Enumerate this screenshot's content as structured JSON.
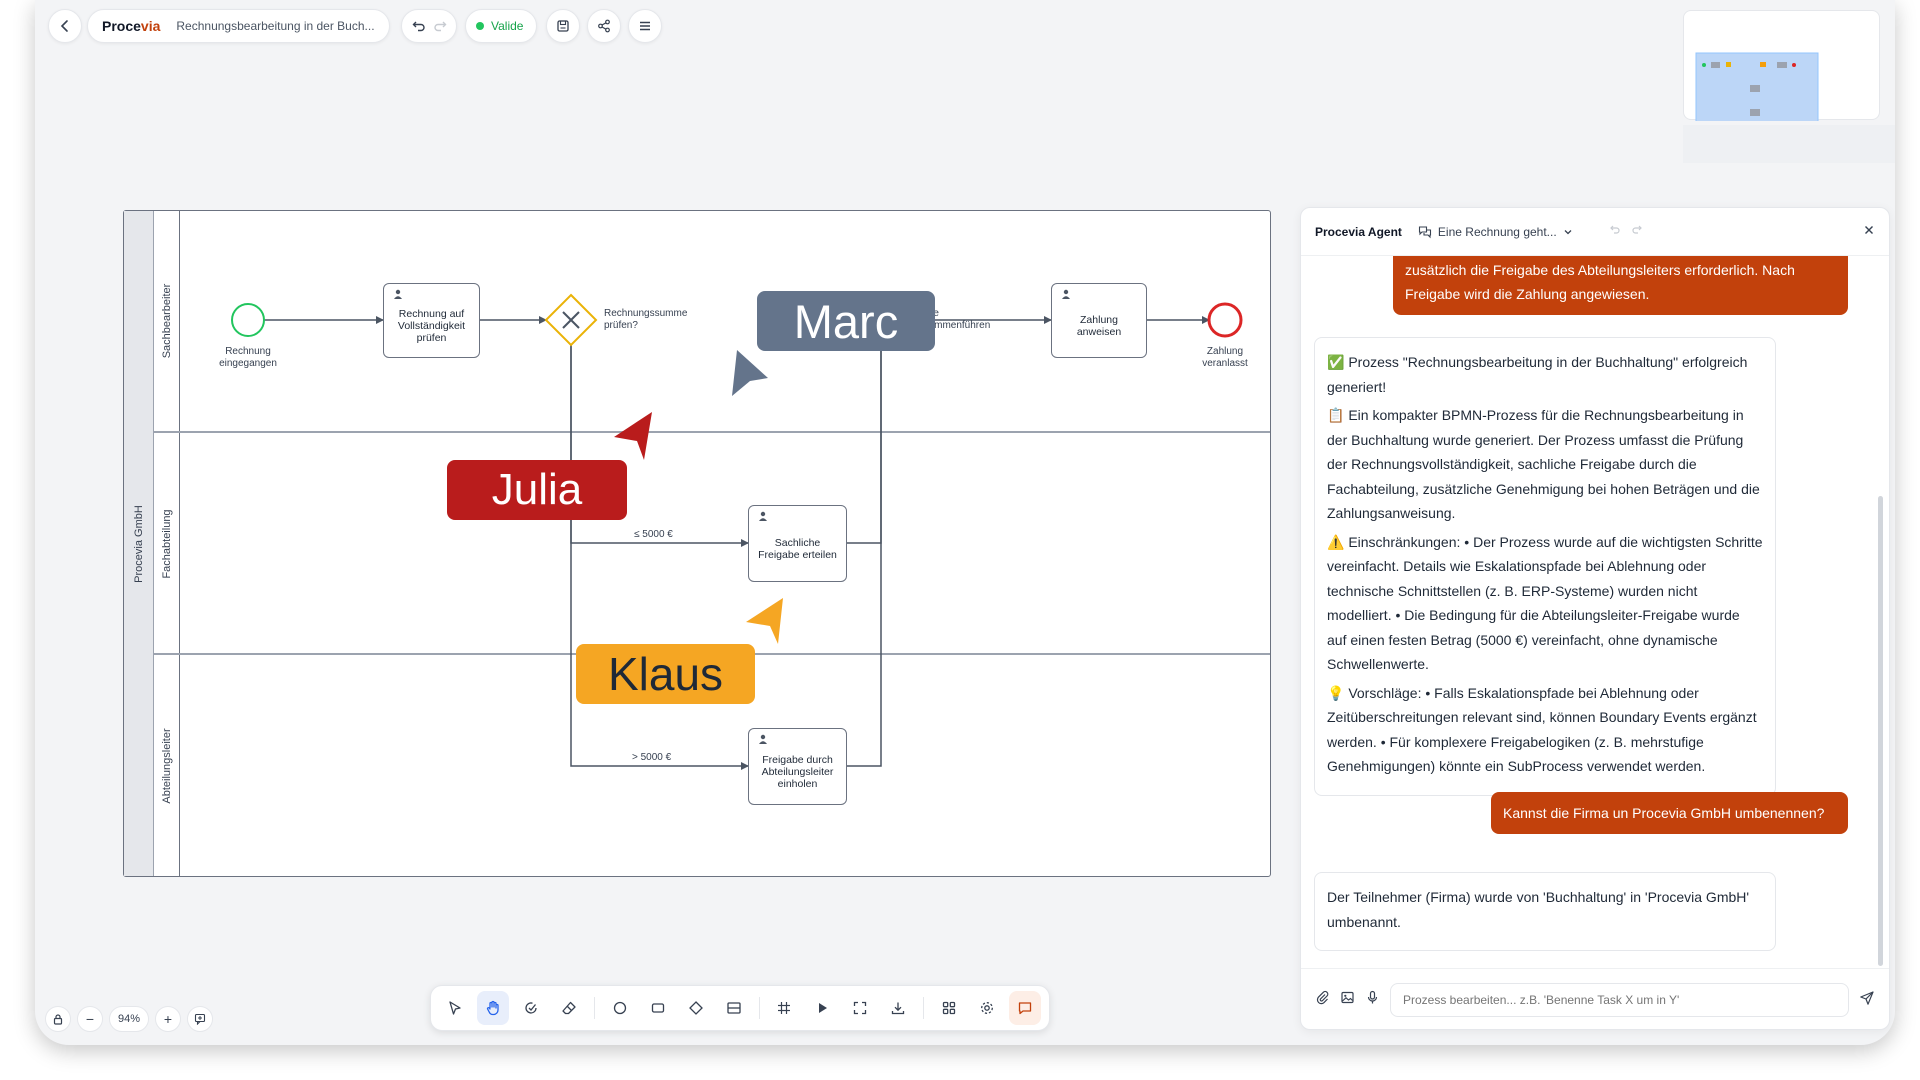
{
  "header": {
    "brand_prefix": "Proce",
    "brand_suffix": "via",
    "document_title": "Rechnungsbearbeitung in der Buch...",
    "validation_status": "Valide",
    "icons": [
      "back-icon",
      "undo-icon",
      "redo-icon",
      "save-icon",
      "share-icon",
      "menu-icon"
    ]
  },
  "diagram": {
    "pool_label": "Procevia GmbH",
    "lanes": [
      "Sachbearbeiter",
      "Fachabteilung",
      "Abteilungsleiter"
    ],
    "start_event_label": "Rechnung eingegangen",
    "end_event_label": "Zahlung veranlasst",
    "tasks": {
      "check": "Rechnung auf Vollständigkeit prüfen",
      "approve_factual": "Sachliche Freigabe erteilen",
      "approve_manager": "Freigabe durch Abteilungsleiter einholen",
      "pay": "Zahlung anweisen"
    },
    "gateway_split_label": "Rechnungssumme prüfen?",
    "gateway_merge_label": "Wege zusammenführen",
    "flow_low": "≤ 5000 €",
    "flow_high": "> 5000 €",
    "colors": {
      "start": "#22c55e",
      "end": "#dc2626",
      "gateway": "#eab308",
      "stroke": "#6b7280"
    }
  },
  "collaborators": [
    {
      "name": "Marc",
      "color": "#64748b"
    },
    {
      "name": "Julia",
      "color": "#b91c1c"
    },
    {
      "name": "Klaus",
      "color": "#f5a623"
    }
  ],
  "toolbar": {
    "tools": [
      "select-icon",
      "hand-icon",
      "lasso-icon",
      "eraser-icon",
      "circle-icon",
      "rectangle-icon",
      "diamond-icon",
      "lane-icon",
      "grid-icon",
      "play-icon",
      "fullscreen-icon",
      "download-icon",
      "apps-icon",
      "settings-icon",
      "comment-icon"
    ]
  },
  "zoom": {
    "value": "94%",
    "minus": "−",
    "plus": "+"
  },
  "agent": {
    "title": "Procevia Agent",
    "conversation": "Eine Rechnung geht...",
    "messages": [
      {
        "role": "user",
        "text": "zusätzlich die Freigabe des Abteilungsleiters erforderlich. Nach Freigabe wird die Zahlung angewiesen."
      },
      {
        "role": "assistant",
        "paragraphs": [
          "✅ Prozess \"Rechnungsbearbeitung in der Buchhaltung\" erfolgreich generiert!",
          "📋 Ein kompakter BPMN-Prozess für die Rechnungsbearbeitung in der Buchhaltung wurde generiert. Der Prozess umfasst die Prüfung der Rechnungsvollständigkeit, sachliche Freigabe durch die Fachabteilung, zusätzliche Genehmigung bei hohen Beträgen und die Zahlungsanweisung.",
          "⚠️ Einschränkungen: • Der Prozess wurde auf die wichtigsten Schritte vereinfacht. Details wie Eskalationspfade bei Ablehnung oder technische Schnittstellen (z. B. ERP-Systeme) wurden nicht modelliert. • Die Bedingung für die Abteilungsleiter-Freigabe wurde auf einen festen Betrag (5000 €) vereinfacht, ohne dynamische Schwellenwerte.",
          "💡 Vorschläge: • Falls Eskalationspfade bei Ablehnung oder Zeitüberschreitungen relevant sind, können Boundary Events ergänzt werden. • Für komplexere Freigabelogiken (z. B. mehrstufige Genehmigungen) könnte ein SubProcess verwendet werden."
        ]
      },
      {
        "role": "user",
        "text": "Kannst die Firma un Procevia GmbH umbenennen?"
      },
      {
        "role": "assistant",
        "paragraphs": [
          "Der Teilnehmer (Firma) wurde von 'Buchhaltung' in 'Procevia GmbH' umbenannt."
        ]
      }
    ],
    "input_placeholder": "Prozess bearbeiten... z.B. 'Benenne Task X um in Y'"
  }
}
